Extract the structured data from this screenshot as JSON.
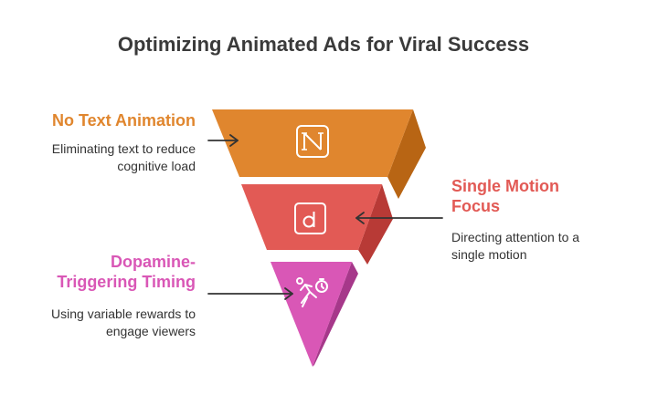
{
  "title": "Optimizing Animated Ads for Viral Success",
  "colors": {
    "orange": "#e0862e",
    "orange_side": "#b86514",
    "red": "#e25a55",
    "red_side": "#b83a36",
    "pink": "#d957b6",
    "pink_side": "#a6388a",
    "text": "#333333"
  },
  "stages": [
    {
      "label": "No Text Animation",
      "desc_line1": "Eliminating text to reduce",
      "desc_line2": "cognitive load",
      "icon": "notion-n-icon",
      "glyph": "N"
    },
    {
      "label_line1": "Single Motion",
      "label_line2": "Focus",
      "desc_line1": "Directing attention to a",
      "desc_line2": "single motion",
      "icon": "dribbble-d-icon",
      "glyph": "d"
    },
    {
      "label_line1": "Dopamine-",
      "label_line2": "Triggering Timing",
      "desc_line1": "Using variable rewards to",
      "desc_line2": "engage viewers",
      "icon": "running-timer-icon"
    }
  ]
}
